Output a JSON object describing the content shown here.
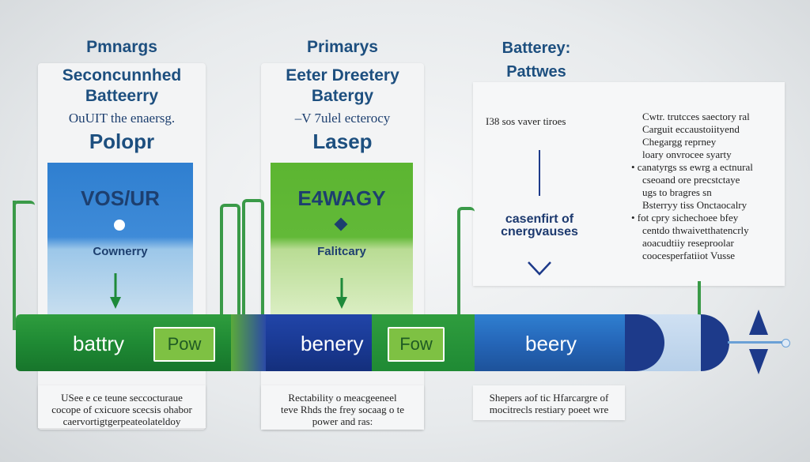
{
  "colors": {
    "blue": "#2f7fd0",
    "green": "#5cb531",
    "dark_navy": "#1d3a8a",
    "dark_green": "#1e8a3a",
    "heading": "#1d4f7f"
  },
  "col1": {
    "header": "Pmnargs",
    "lines": [
      "Seconcunnhed",
      "Batteerry",
      "OuUIT the enaersg.",
      "Polopr"
    ],
    "box_title": "VOS/UR",
    "box_sub": "Cownerry",
    "pipe_label": "battry",
    "badge": "Pow",
    "caption": [
      "USee e ce teune seccocturaue",
      "cocope of cxicuore scecsis ohabor",
      "caervortigtgerpeateolateldoy"
    ]
  },
  "col2": {
    "header": "Primarys",
    "lines": [
      "Eeter Dreetery",
      "Batergy",
      "–V 7ulel ecterocy",
      "Lasep"
    ],
    "box_title": "E4WAGY",
    "box_sub": "Falitcary",
    "pipe_label": "benery",
    "badge": "Fow",
    "caption": [
      "Rectability o meacgeeneel",
      "teve Rhds the frey socaag o te",
      "power and ras:"
    ]
  },
  "col3": {
    "header": [
      "Batterey:",
      "Pattwes"
    ],
    "small_label": "I38 sos vaver tiroes",
    "center_label": [
      "casenfirt of",
      "cnergvauses"
    ],
    "pipe_label": "beery",
    "caption": [
      "Shepers aof tic Hfarcargre of",
      "mocitrecls restiary poeet wre"
    ]
  },
  "notes": [
    "Cwtr. trutcces saectory ral",
    "Carguit eccaustoiityend",
    "Chegargg reprney",
    "loary onvrocee syarty",
    "• canatyrgs ss ewrg a ectnural",
    "cseoand ore precstctaye",
    "ugs to bragres sn",
    "Bsterryy tiss Onctaocalry",
    "• fot cpry sichechoee bfey",
    "centdo thwaivetthatencrly",
    "aoacudtiiy reseproolar",
    "coocesperfatiiot Vusse"
  ]
}
